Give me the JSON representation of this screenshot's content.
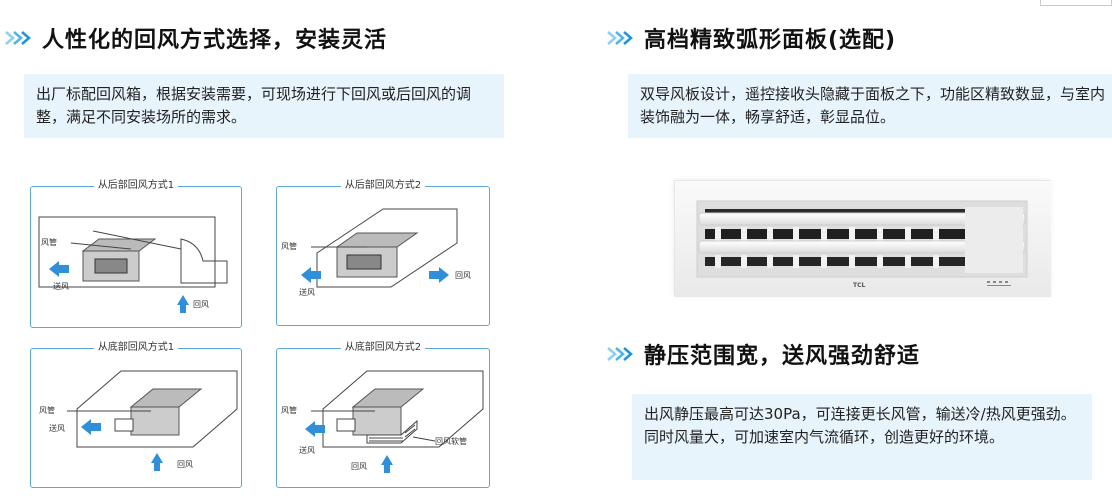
{
  "sections": {
    "left": {
      "title": "人性化的回风方式选择，安装灵活",
      "desc": "出厂标配回风箱，根据安装需要，可现场进行下回风或后回风的调整，满足不同安装场所的需求。"
    },
    "panel": {
      "title": "高档精致弧形面板(选配)",
      "desc": "双导风板设计，遥控接收头隐藏于面板之下，功能区精致数显，与室内装饰融为一体，畅享舒适，彰显品位。"
    },
    "pressure": {
      "title": "静压范围宽，送风强劲舒适",
      "desc": "出风静压最高可达30Pa，可连接更长风管，输送冷/热风更强劲。同时风量大，可加速室内气流循环，创造更好的环境。"
    }
  },
  "diagrams": [
    {
      "caption": "从后部回风方式1",
      "labels": {
        "duct": "风管",
        "supply": "送风",
        "return": "回风"
      }
    },
    {
      "caption": "从后部回风方式2",
      "labels": {
        "duct": "风管",
        "supply": "送风",
        "return": "回风"
      }
    },
    {
      "caption": "从底部回风方式1",
      "labels": {
        "duct": "风管",
        "supply": "送风",
        "return": "回风"
      }
    },
    {
      "caption": "从底部回风方式2",
      "labels": {
        "duct": "风管",
        "supply": "送风",
        "return": "回风",
        "soft": "回风软管"
      }
    }
  ],
  "panel_photo": {
    "brand": "TCL"
  },
  "colors": {
    "chevron": "#2ba3e0",
    "box_bg": "#e8f4fb",
    "frame": "#5aa8d6",
    "arrow": "#2f8fd8"
  }
}
